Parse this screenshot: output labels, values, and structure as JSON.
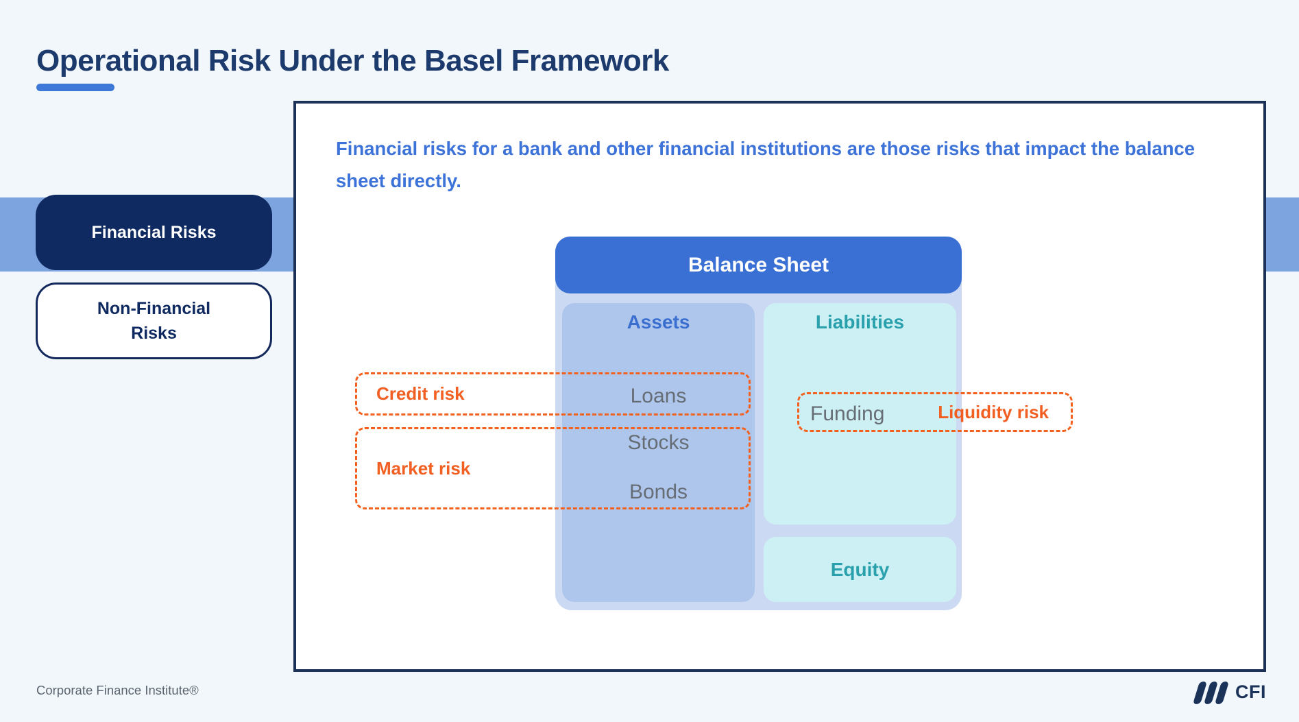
{
  "page": {
    "title": "Operational Risk Under the Basel Framework",
    "footer": {
      "credit": "Corporate Finance Institute®",
      "logo_text": "CFI"
    }
  },
  "tabs": [
    {
      "label": "Financial Risks",
      "active": true
    },
    {
      "label": "Non-Financial Risks",
      "active": false
    }
  ],
  "panel": {
    "intro": "Financial risks for a bank and other financial institutions are those risks that impact the balance sheet directly."
  },
  "diagram": {
    "header": "Balance Sheet",
    "assets": {
      "heading": "Assets",
      "items": [
        "Loans",
        "Stocks",
        "Bonds"
      ]
    },
    "liabilities": {
      "heading": "Liabilities",
      "items": [
        "Funding"
      ]
    },
    "equity": {
      "heading": "Equity"
    },
    "risks": {
      "credit": "Credit risk",
      "market": "Market risk",
      "liquidity": "Liquidity risk"
    }
  },
  "colors": {
    "page_background": "#f1f7fb",
    "band_blue": "#7ea4e0",
    "navy": "#0f2a60",
    "card_border_navy": "#1d3156",
    "accent_blue": "#3a70d4",
    "intro_blue": "#3d73d8",
    "assets_fill": "#aec6ec",
    "container_fill": "#cbd9f2",
    "cyan_fill": "#cdf0f4",
    "teal": "#2aa0ac",
    "item_gray": "#666d75",
    "risk_orange": "#f4611f"
  }
}
